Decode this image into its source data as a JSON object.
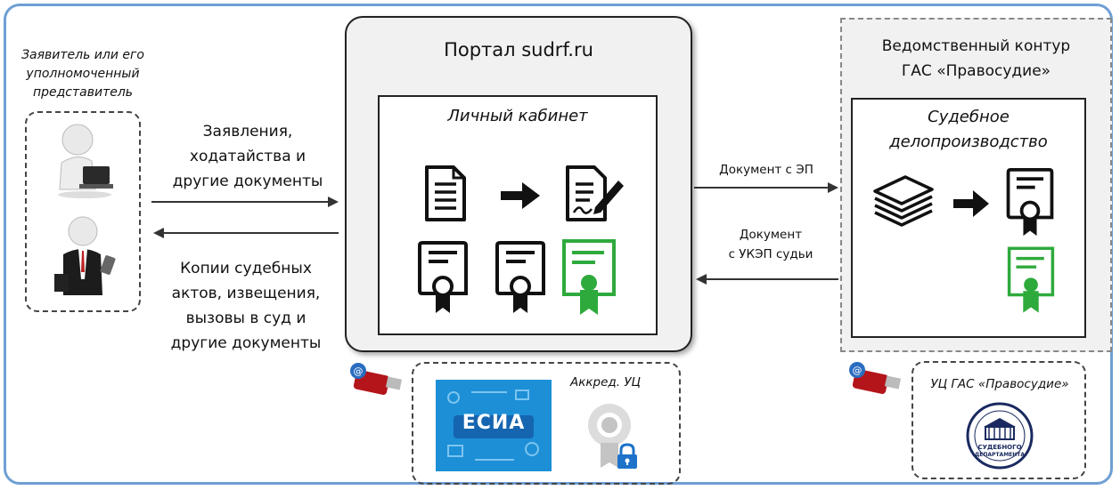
{
  "applicant": {
    "label_lines": [
      "Заявитель или его",
      "уполномоченный",
      "представитель"
    ]
  },
  "portal": {
    "title": "Портал sudrf.ru",
    "cabinet_title": "Личный кабинет"
  },
  "incoming_message": {
    "lines": [
      "Заявления,",
      "ходатайства и",
      "другие документы"
    ]
  },
  "outgoing_message": {
    "lines": [
      "Копии судебных",
      "актов, извещения,",
      "вызовы в суд и",
      "другие документы"
    ]
  },
  "to_court_label": "Документ с ЭП",
  "from_court_label": {
    "lines": [
      "Документ",
      "с УКЭП судьи"
    ]
  },
  "department": {
    "title_lines": [
      "Ведомственный контур",
      "ГАС «Правосудие»"
    ],
    "court_title_lines": [
      "Судебное",
      "делопроизводство"
    ]
  },
  "portal_ca": {
    "esia_logo": "ЕСИА",
    "label": "Аккред. УЦ"
  },
  "gas_ca": {
    "label": "УЦ ГАС «Правосудие»",
    "seal_lines": [
      "СУДЕБНОГО",
      "ДЕПАРТАМЕНТА"
    ]
  },
  "colors": {
    "border_blue": "#6f9fd4",
    "green": "#2eaa3c",
    "esia_blue": "#1d8fd6",
    "dark": "#222222"
  },
  "icons": [
    "user-laptop-icon",
    "businessman-icon",
    "document-icon",
    "arrow-right-icon",
    "document-signed-icon",
    "certificate-icon",
    "certificate-green-icon",
    "document-stack-icon",
    "usb-key-icon",
    "lock-icon",
    "seal-icon"
  ]
}
